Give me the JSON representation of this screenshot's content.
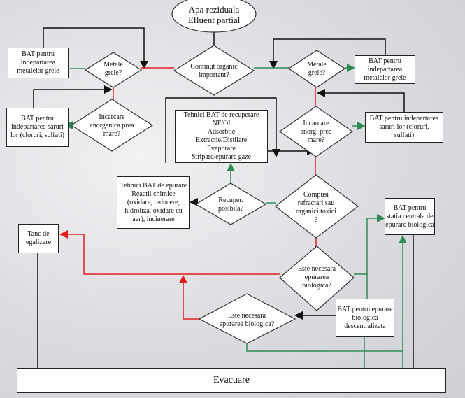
{
  "start": {
    "line1": "Apa reziduala",
    "line2": "Efluent partial"
  },
  "decisions": {
    "continut_organic": "Continut organic important?",
    "metale_left": "Metale grele?",
    "incarcare_left": "Incarcare anorganica prea mare?",
    "metale_right": "Metale grele?",
    "incarcare_right": "Incarcare anorg. prea mare?",
    "recuper": "Recuper. posibila?",
    "compusi": "Compusi refractari sau organici toxici ?",
    "bio_right": "Este necesara epurarea biologica?",
    "bio_left": "Este necesara epurarea biologica?"
  },
  "boxes": {
    "metale_left": "BAT pentru indepartarea metalelor grele",
    "saruri_left": "BAT pentru indepartarea saruri lor (cloruri, sulfati)",
    "metale_right": "BAT pentru indepartarea metalelor grele",
    "saruri_right": "BAT pentru indepartarea saruri lor (cloruri, sulfati)",
    "recuperare": [
      "Tehnici BAT de recuperare",
      "NF/OI",
      "Adsorbtie",
      "Extractie/Distilare",
      "Evaporare",
      "Stripare/epurare gaze"
    ],
    "epurare": [
      "Tehnici BAT de epurare",
      "Reactii chimice (oxidare, reducere, hidroliza, oxidare cu aer), incinerare"
    ],
    "statia_centrala": "BAT pentru statia centrala de epurare biologica",
    "descentralizata": "BAT pentru epurare biologica descentralizata",
    "tanc": "Tanc de egalizare",
    "evacuare": "Evacuare"
  },
  "colors": {
    "yes": "#2e8b57",
    "no": "#e02020",
    "flow": "#111111"
  }
}
